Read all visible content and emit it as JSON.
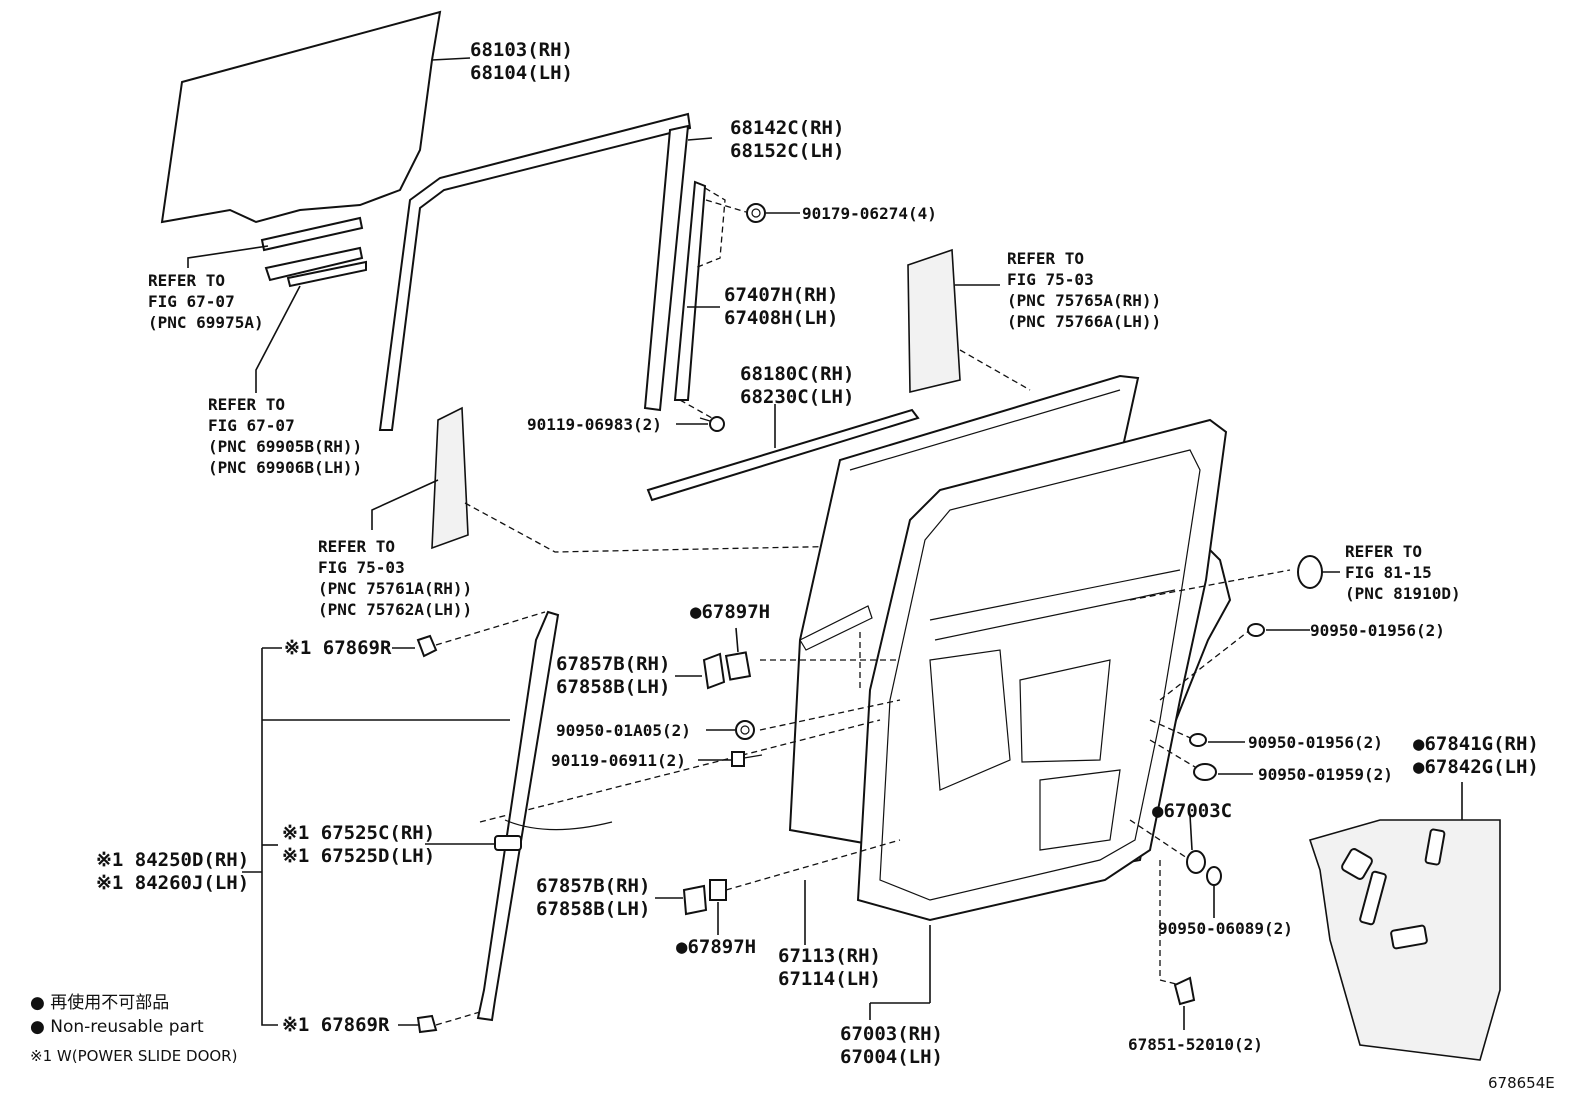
{
  "labels": {
    "glass": [
      "68103(RH)",
      "68104(LH)"
    ],
    "run_channel": [
      "68142C(RH)",
      "68152C(LH)"
    ],
    "nut_90179": "90179-06274(4)",
    "weatherstrip_frame": [
      "67407H(RH)",
      "67408H(LH)"
    ],
    "outer_belt": [
      "68180C(RH)",
      "68230C(LH)"
    ],
    "bolt_90119_a": "90119-06983(2)",
    "ref_67_07_a": [
      "REFER TO",
      "FIG 67-07",
      "(PNC 69975A)"
    ],
    "ref_67_07_b": [
      "REFER TO",
      "FIG 67-07",
      "(PNC 69905B(RH))",
      "(PNC 69906B(LH))"
    ],
    "ref_75_03_a": [
      "REFER TO",
      "FIG 75-03",
      "(PNC 75765A(RH))",
      "(PNC 75766A(LH))"
    ],
    "ref_75_03_b": [
      "REFER TO",
      "FIG 75-03",
      "(PNC 75761A(RH))",
      "(PNC 75762A(LH))"
    ],
    "ref_81_15": [
      "REFER TO",
      "FIG 81-15",
      "(PNC 81910D)"
    ],
    "clip_67869r_top": "※1 67869R",
    "clip_67869r_bot": "※1 67869R",
    "cable_67525": [
      "※1 67525C(RH)",
      "※1 67525D(LH)"
    ],
    "harness_84250": [
      "※1 84250D(RH)",
      "※1 84260J(LH)"
    ],
    "clip_67897h_top": "●67897H",
    "clip_67897h_bot": "●67897H",
    "cover_67857_top": [
      "67857B(RH)",
      "67858B(LH)"
    ],
    "cover_67857_bot": [
      "67857B(RH)",
      "67858B(LH)"
    ],
    "plug_90950_01a05": "90950-01A05(2)",
    "bolt_90119_06911": "90119-06911(2)",
    "plug_90950_01956_a": "90950-01956(2)",
    "plug_90950_01956_b": "90950-01956(2)",
    "plug_90950_01959": "90950-01959(2)",
    "seal_67841": [
      "●67841G(RH)",
      "●67842G(LH)"
    ],
    "seal_67003c": "●67003C",
    "plug_90950_06089": "90950-06089(2)",
    "hem_67113": [
      "67113(RH)",
      "67114(LH)"
    ],
    "door_67003": [
      "67003(RH)",
      "67004(LH)"
    ],
    "clip_67851": "67851-52010(2)"
  },
  "legend": {
    "jp": "● 再使用不可部品",
    "en": "● Non-reusable part",
    "note": "※1 W(POWER SLIDE DOOR)"
  },
  "figure_id": "678654E"
}
